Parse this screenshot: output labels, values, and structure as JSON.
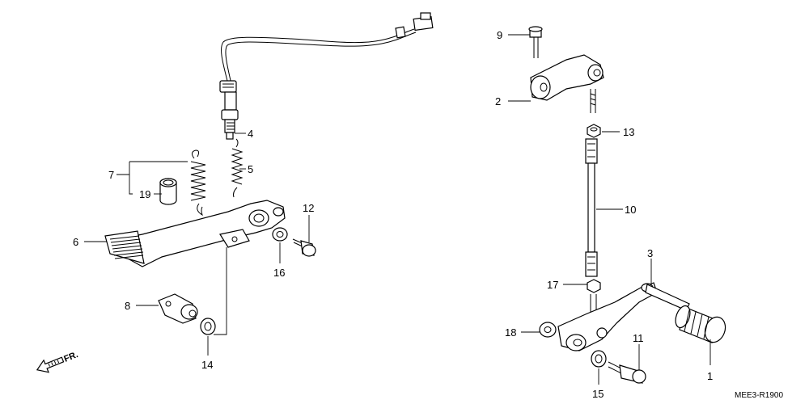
{
  "diagram": {
    "code": "MEE3-R1900",
    "direction_label": "FR.",
    "callouts": {
      "c1": "1",
      "c2": "2",
      "c3": "3",
      "c4": "4",
      "c5": "5",
      "c6": "6",
      "c7": "7",
      "c8": "8",
      "c9": "9",
      "c10": "10",
      "c11": "11",
      "c12": "12",
      "c13": "13",
      "c14": "14",
      "c15": "15",
      "c16": "16",
      "c17": "17",
      "c18": "18",
      "c19": "19"
    }
  },
  "colors": {
    "line": "#000000",
    "background": "#ffffff"
  }
}
